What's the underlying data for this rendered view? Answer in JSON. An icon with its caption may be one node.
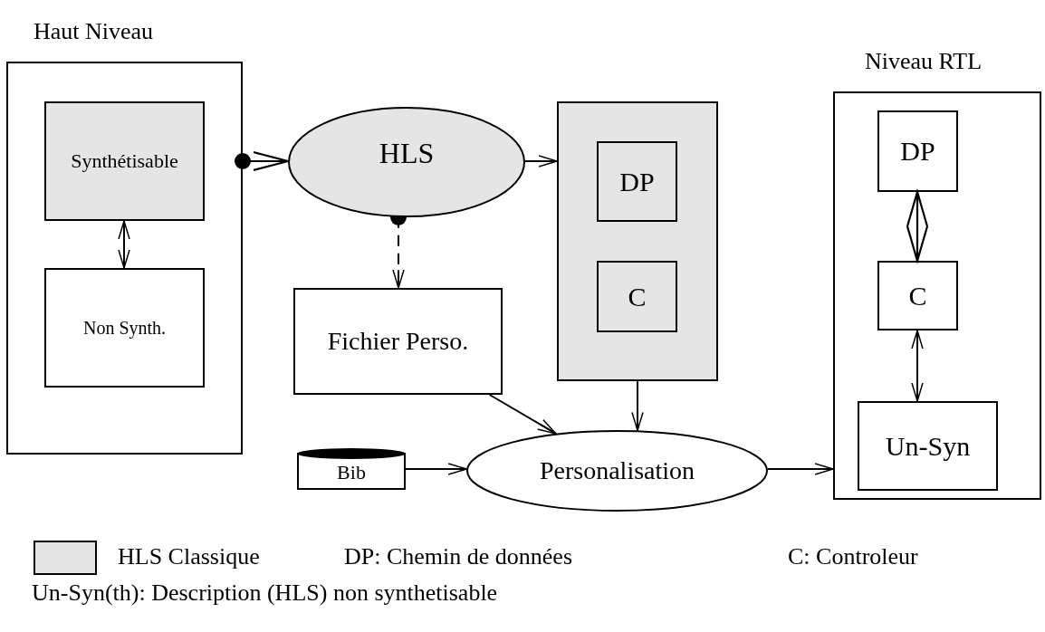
{
  "diagram": {
    "nodes": [
      {
        "text": [
          "Haut Niveau"
        ]
      },
      {
        "text": [
          "Synthétisable"
        ],
        "in": 0
      },
      {
        "text": [
          "Non Synth."
        ],
        "in": 0
      },
      {
        "text": [
          "HLS"
        ]
      },
      {
        "text": [],
        "shape": "box"
      },
      {
        "text": [
          "DP"
        ],
        "in": 4
      },
      {
        "text": [
          "C"
        ],
        "in": 4
      },
      {
        "text": [
          "Fichier Perso."
        ]
      },
      {
        "text": [
          "Bib"
        ]
      },
      {
        "text": [
          "Personalisation"
        ]
      },
      {
        "text": [
          "Niveau RTL"
        ]
      },
      {
        "text": [
          "DP"
        ],
        "in": 10
      },
      {
        "text": [
          "C"
        ],
        "in": 10
      },
      {
        "text": [
          "Un-Syn"
        ],
        "in": 10
      }
    ],
    "edges": [
      {
        "from": 1,
        "to": 2,
        "arrow": "both"
      },
      {
        "from": 0,
        "to": 3,
        "arrow": "to"
      },
      {
        "from": 3,
        "to": 7,
        "arrow": "to",
        "style": "dashed"
      },
      {
        "from": 3,
        "to": 4,
        "arrow": "to"
      },
      {
        "from": 7,
        "to": 9,
        "arrow": "to"
      },
      {
        "from": 4,
        "to": 9,
        "arrow": "to"
      },
      {
        "from": 8,
        "to": 9,
        "arrow": "to"
      },
      {
        "from": 9,
        "to": 10,
        "arrow": "to"
      },
      {
        "from": 11,
        "to": 12,
        "arrow": "both"
      },
      {
        "from": 12,
        "to": 13,
        "arrow": "both"
      }
    ],
    "labels": [
      "DP: Chemin de données",
      "C: Controleur",
      "Un-Syn(th): Description (HLS) non synthetisable"
    ],
    "legend": [
      {
        "text": "HLS Classique",
        "color": "#e5e5e5"
      }
    ]
  }
}
